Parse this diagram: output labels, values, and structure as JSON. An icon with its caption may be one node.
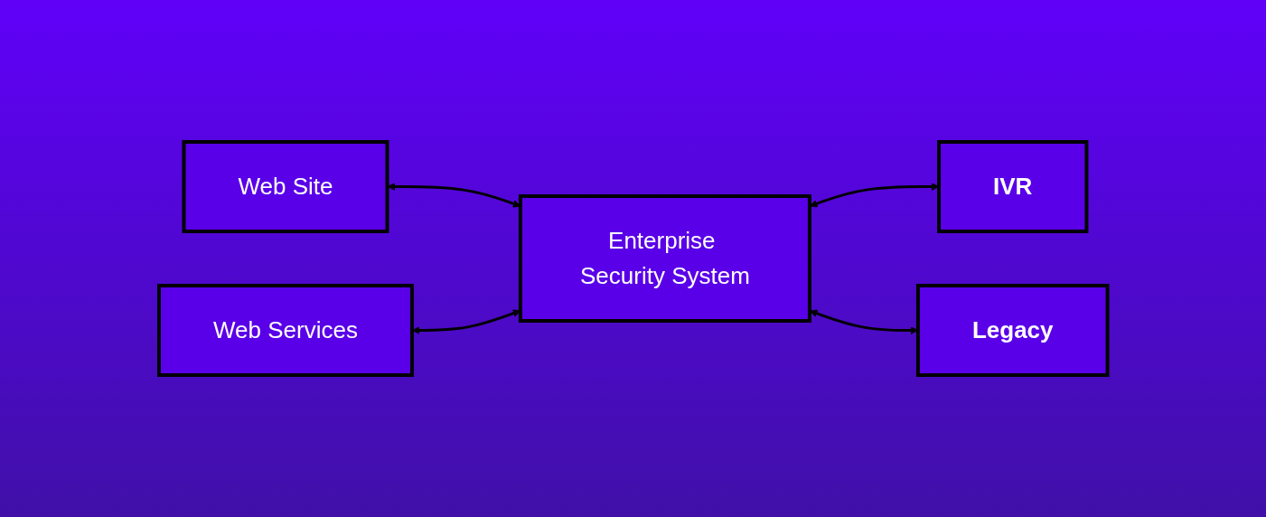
{
  "diagram": {
    "nodes": [
      {
        "text": [
          "Web Site"
        ]
      },
      {
        "text": [
          "IVR"
        ]
      },
      {
        "text": [
          "Enterprise Security System"
        ]
      },
      {
        "text": [
          "Web Services"
        ]
      },
      {
        "text": [
          "Legacy"
        ]
      }
    ],
    "edges": [
      {
        "from": 0,
        "to": 2,
        "arrow": "both"
      },
      {
        "from": 2,
        "to": 1,
        "arrow": "both"
      },
      {
        "from": 3,
        "to": 2,
        "arrow": "both"
      },
      {
        "from": 2,
        "to": 4,
        "arrow": "both"
      }
    ]
  }
}
